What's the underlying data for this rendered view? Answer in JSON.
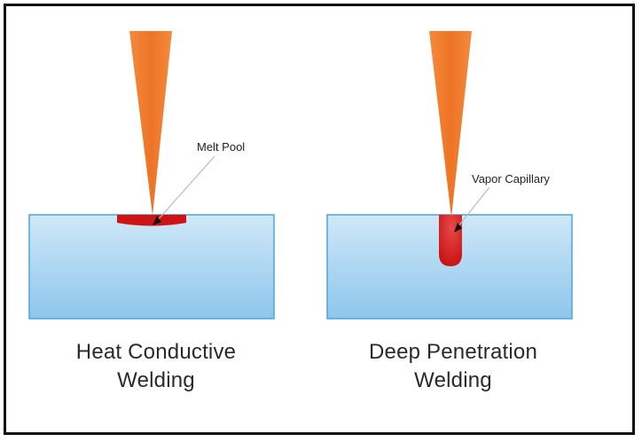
{
  "panels": [
    {
      "annotation": "Melt Pool",
      "caption_line1": "Heat Conductive",
      "caption_line2": "Welding"
    },
    {
      "annotation": "Vapor Capillary",
      "caption_line1": "Deep Penetration",
      "caption_line2": "Welding"
    }
  ],
  "colors": {
    "beam": "#f07a2c",
    "workpiece_top": "#cfe8f8",
    "workpiece_bottom": "#8ec6ec",
    "workpiece_border": "#4da6d8",
    "melt": "#cc1414",
    "frame": "#111111"
  }
}
